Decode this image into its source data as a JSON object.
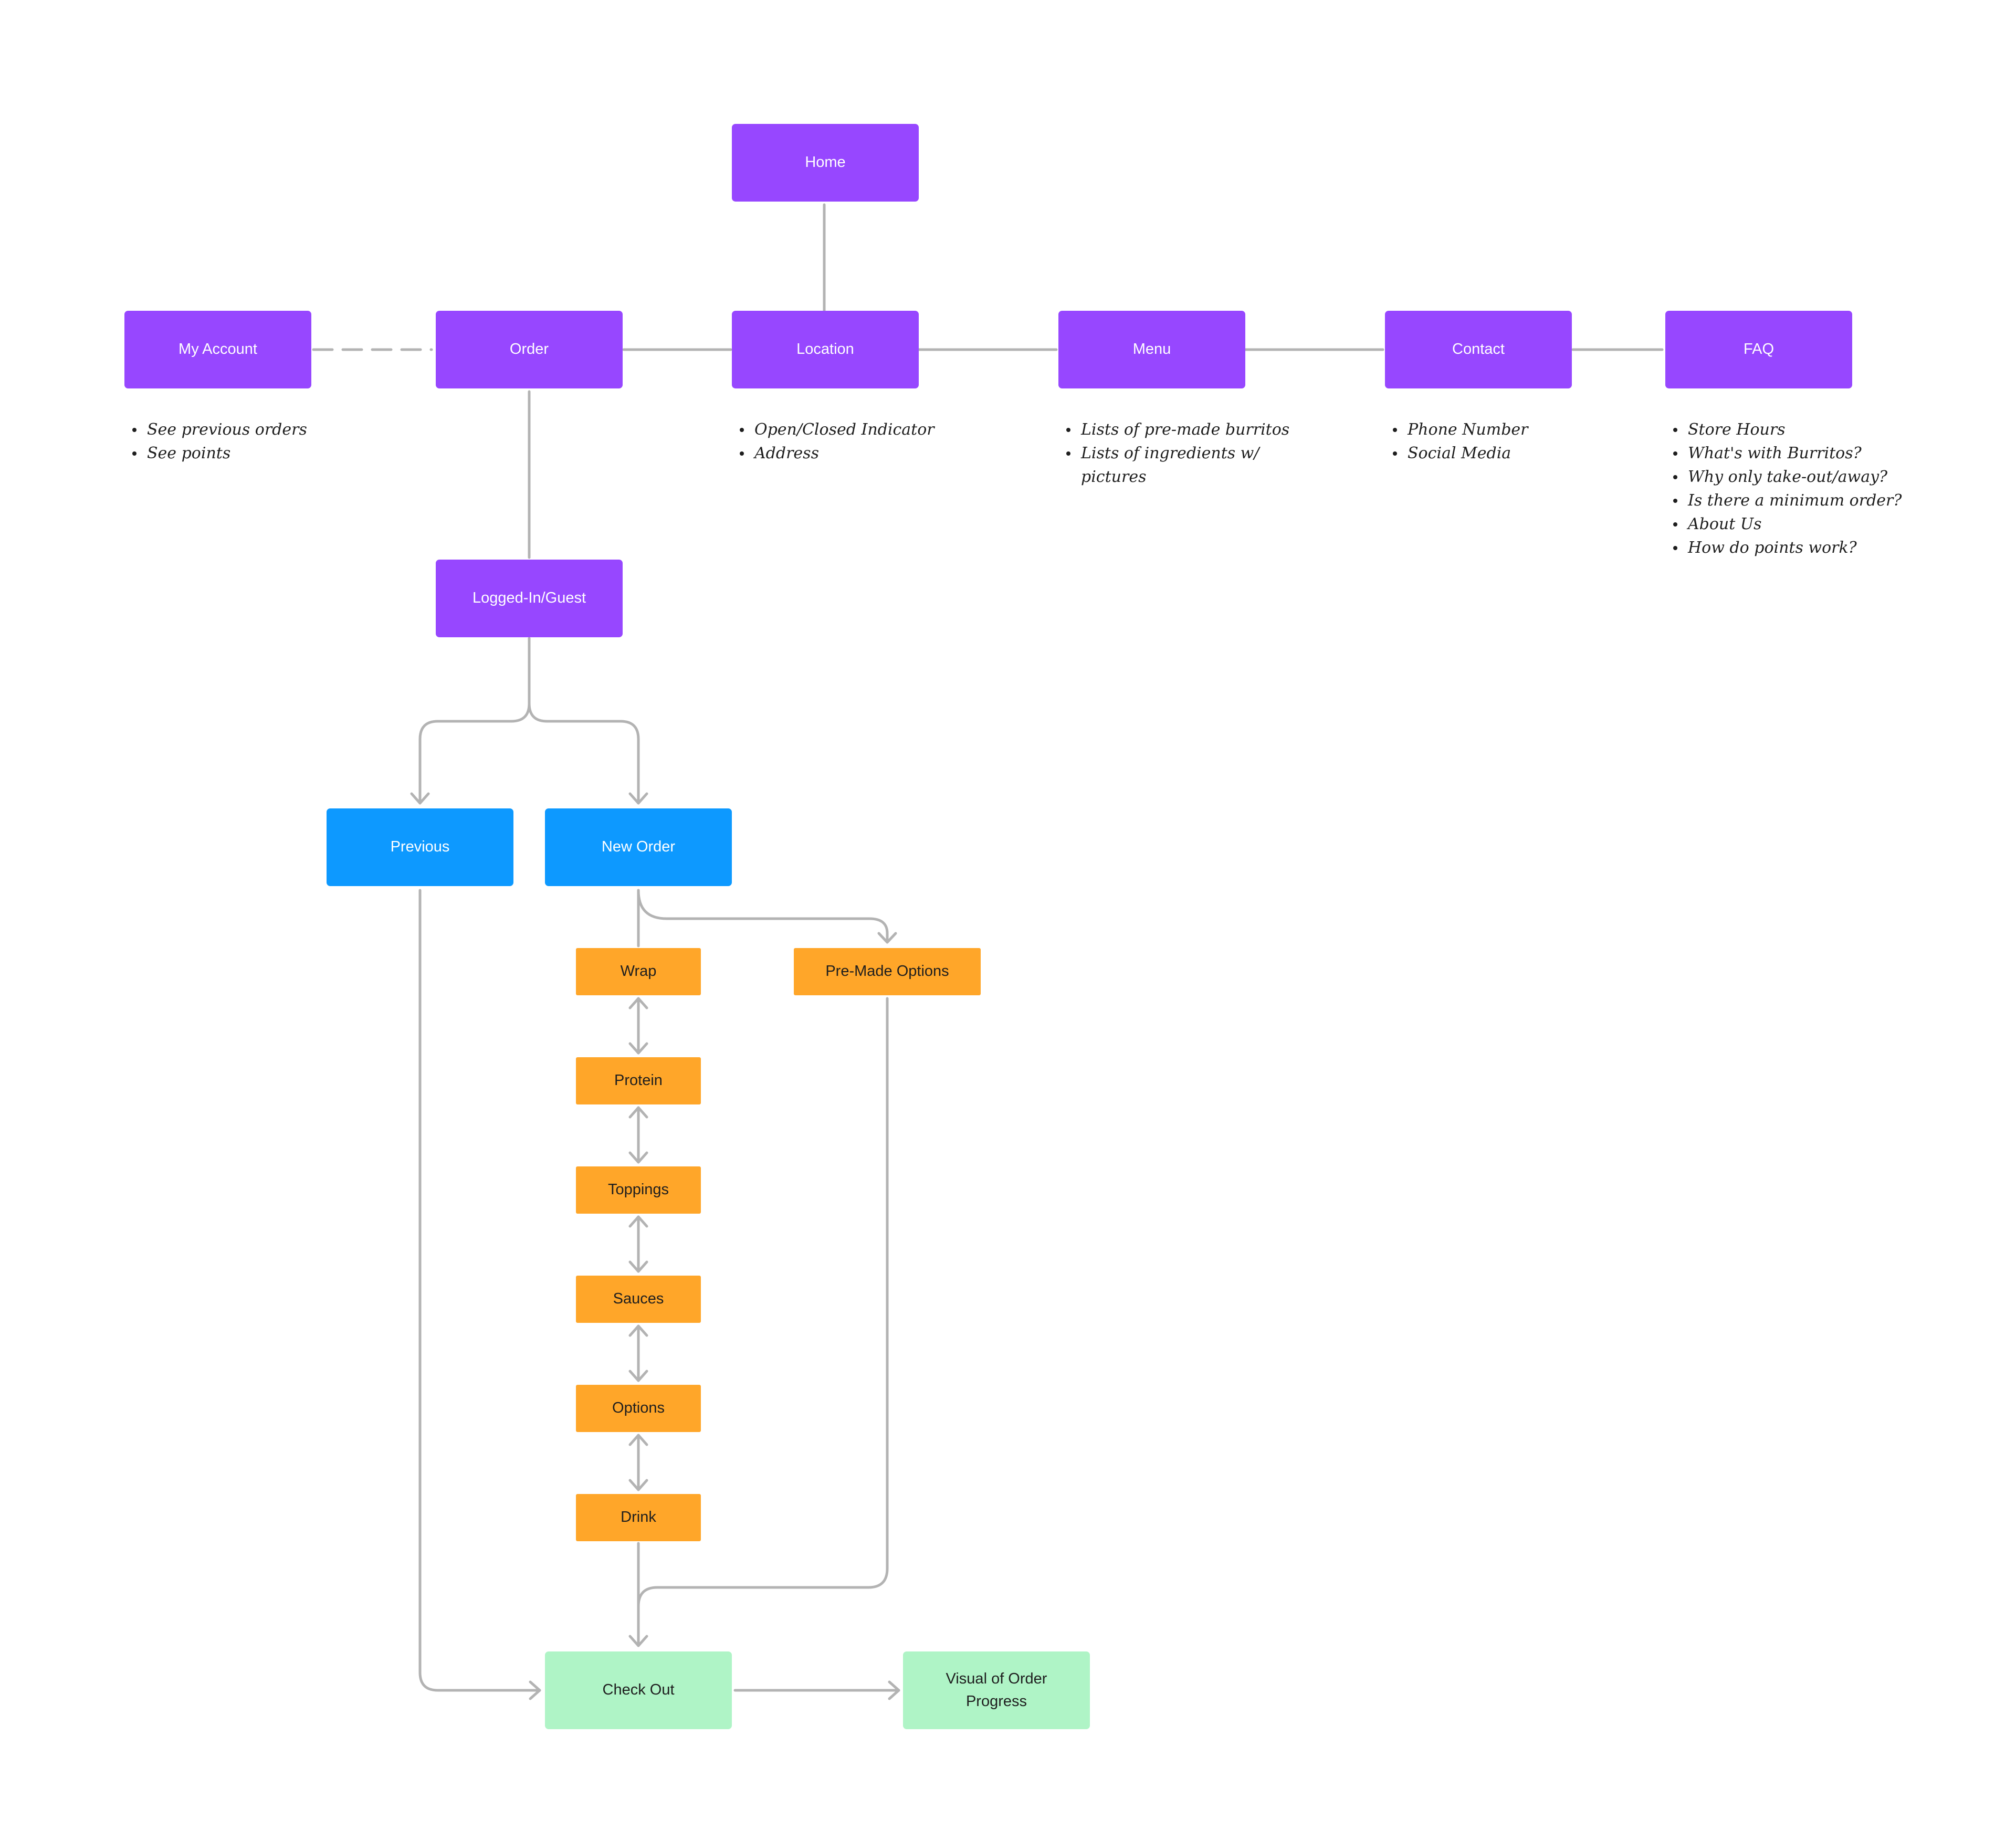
{
  "colors": {
    "primary_page": "#9747ff",
    "order_path": "#0d99ff",
    "build_step": "#ffa629",
    "checkout": "#aff4c6",
    "connector": "#b3b3b3"
  },
  "nodes": {
    "home": "Home",
    "my_account": "My Account",
    "order": "Order",
    "location": "Location",
    "menu": "Menu",
    "contact": "Contact",
    "faq": "FAQ",
    "logged_in_guest": "Logged-In/Guest",
    "previous": "Previous",
    "new_order": "New Order",
    "wrap": "Wrap",
    "pre_made_options": "Pre-Made Options",
    "protein": "Protein",
    "toppings": "Toppings",
    "sauces": "Sauces",
    "options": "Options",
    "drink": "Drink",
    "check_out": "Check Out",
    "visual_of_order_progress": "Visual of Order Progress"
  },
  "notes": {
    "my_account": [
      "See previous orders",
      "See points"
    ],
    "location": [
      "Open/Closed Indicator",
      "Address"
    ],
    "menu": [
      "Lists of pre-made burritos",
      "Lists of ingredients w/ pictures"
    ],
    "contact": [
      "Phone Number",
      "Social Media"
    ],
    "faq": [
      "Store Hours",
      "What's with Burritos?",
      "Why only take-out/away?",
      "Is there a minimum order?",
      "About Us",
      "How do points work?"
    ]
  }
}
